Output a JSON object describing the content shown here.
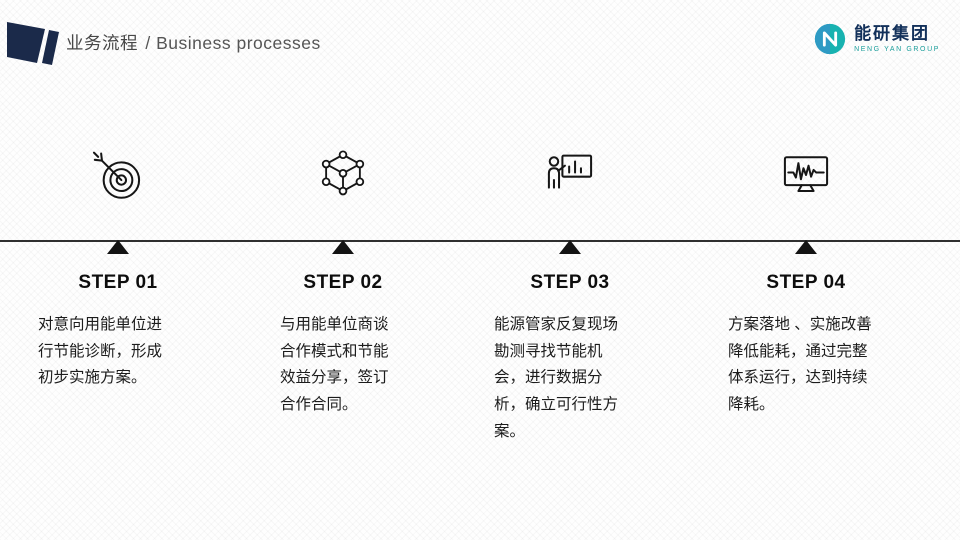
{
  "header": {
    "title_zh": "业务流程",
    "title_en": "/ Business processes",
    "logo": {
      "name": "能研集团",
      "tagline": "NENG YAN GROUP"
    }
  },
  "steps": [
    {
      "label": "STEP 01",
      "icon": "target-dart-icon",
      "desc": "对意向用能单位进行节能诊断，形成初步实施方案。"
    },
    {
      "label": "STEP 02",
      "icon": "cube-network-icon",
      "desc": "与用能单位商谈合作模式和节能效益分享，签订合作合同。"
    },
    {
      "label": "STEP 03",
      "icon": "presenter-chart-icon",
      "desc": "能源管家反复现场勘测寻找节能机会，进行数据分析，确立可行性方案。"
    },
    {
      "label": "STEP 04",
      "icon": "monitor-waveform-icon",
      "desc": "方案落地 、实施改善\n降低能耗，通过完整体系运行，达到持续降耗。"
    }
  ],
  "colors": {
    "navy": "#1b2a4a",
    "teal": "#18b2b0",
    "blue": "#2e9ac4",
    "ink": "#131313",
    "line": "#2f2f2f"
  }
}
